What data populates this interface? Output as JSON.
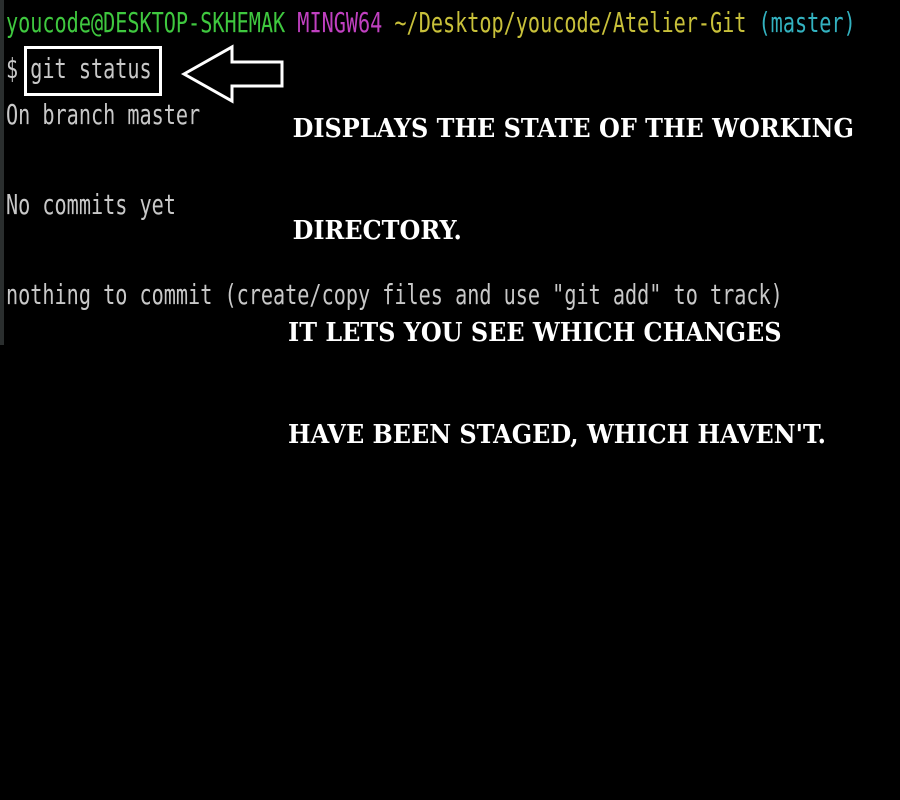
{
  "prompt": {
    "user_host": "youcode@DESKTOP-SKHEMAK",
    "env": "MINGW64",
    "path": "~/Desktop/youcode/Atelier-Git",
    "branch": "(master)"
  },
  "command": {
    "symbol": "$",
    "text": "git status"
  },
  "output": [
    "On branch master",
    "No commits yet",
    "nothing to commit (create/copy files and use \"git add\" to track)"
  ],
  "annotation": {
    "lines": [
      "Displays the state of the working",
      "directory.",
      "It lets you see which changes",
      "have been staged, which haven't."
    ]
  },
  "colors": {
    "background": "#000000",
    "user_host": "#3fc83f",
    "env": "#c040c0",
    "path": "#c8c03a",
    "branch": "#33b2c0",
    "text": "#c8c8c8",
    "annotation": "#ffffff"
  },
  "icons": {
    "annotation_arrow": "left-arrow-icon"
  }
}
